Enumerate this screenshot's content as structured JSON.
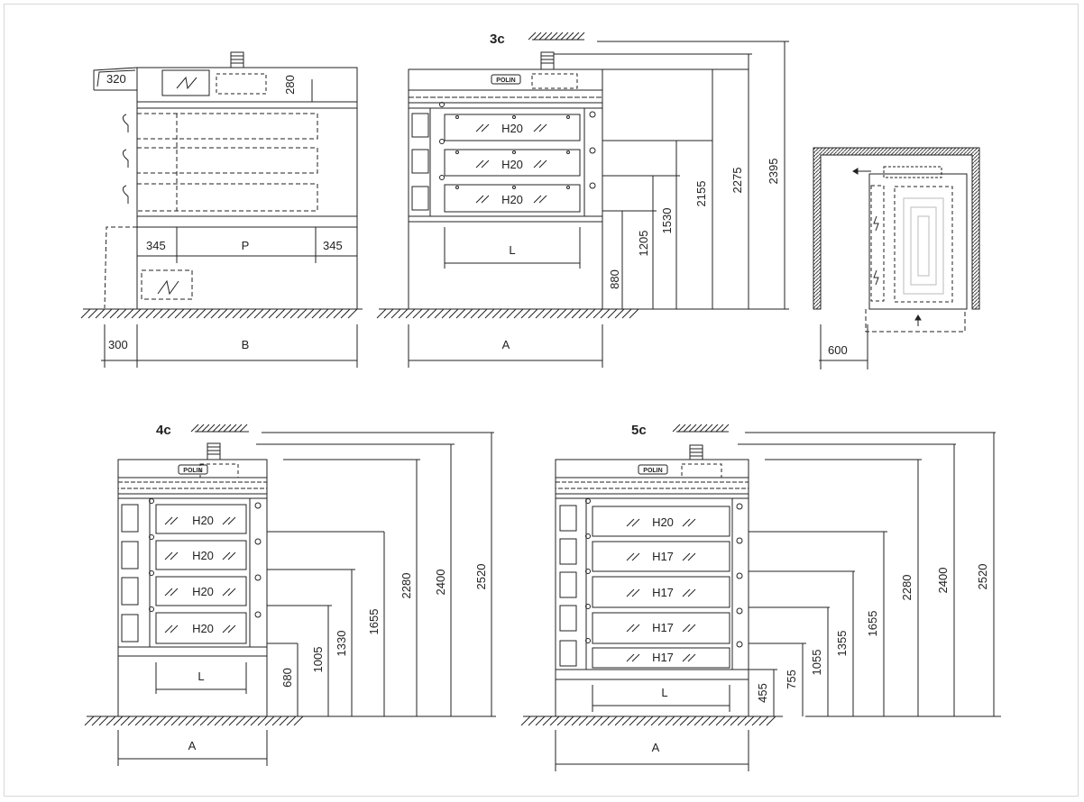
{
  "side_view": {
    "dims": {
      "top_flue": "320",
      "hood_height": "280",
      "left_margin": "345",
      "depth": "P",
      "right_margin": "345",
      "rear_clearance": "300",
      "width_label": "B"
    }
  },
  "front_3c": {
    "title": "3c",
    "logo": "POLIN",
    "decks": [
      "H20",
      "H20",
      "H20"
    ],
    "inner_width": "L",
    "outer_width": "A",
    "heights": [
      "880",
      "1205",
      "1530",
      "2155",
      "2275",
      "2395"
    ]
  },
  "plan_view": {
    "clearance": "600"
  },
  "front_4c": {
    "title": "4c",
    "logo": "POLIN",
    "decks": [
      "H20",
      "H20",
      "H20",
      "H20"
    ],
    "inner_width": "L",
    "outer_width": "A",
    "heights": [
      "680",
      "1005",
      "1330",
      "1655",
      "2280",
      "2400",
      "2520"
    ]
  },
  "front_5c": {
    "title": "5c",
    "logo": "POLIN",
    "decks": [
      "H20",
      "H17",
      "H17",
      "H17",
      "H17"
    ],
    "inner_width": "L",
    "outer_width": "A",
    "heights": [
      "455",
      "755",
      "1055",
      "1355",
      "1655",
      "2280",
      "2400",
      "2520"
    ]
  },
  "colors": {
    "line": "#222222",
    "frame": "#d8d8d8",
    "wall": "#444444"
  },
  "icons": [
    "heating-element-icon",
    "control-panel-icon",
    "ground-hatch-icon",
    "ceiling-hatch-icon"
  ]
}
